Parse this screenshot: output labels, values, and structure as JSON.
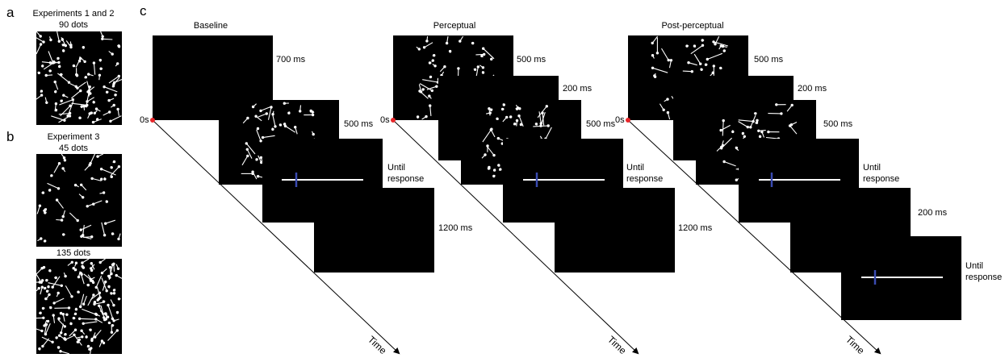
{
  "panels": {
    "a": {
      "letter": "a",
      "title_line1": "Experiments 1 and 2",
      "title_line2": "90 dots"
    },
    "b": {
      "letter": "b",
      "title_line1": "Experiment 3",
      "title_line2": "45 dots",
      "title_line3": "135 dots"
    },
    "c": {
      "letter": "c"
    }
  },
  "conditions": [
    {
      "name": "Baseline",
      "start_label": "0s",
      "axis_label": "Time",
      "frames": [
        {
          "kind": "blank",
          "duration": "700 ms"
        },
        {
          "kind": "dots",
          "duration": "500 ms"
        },
        {
          "kind": "slider",
          "duration_line1": "Until",
          "duration_line2": "response"
        },
        {
          "kind": "blank",
          "duration": "1200 ms"
        }
      ]
    },
    {
      "name": "Perceptual",
      "start_label": "0s",
      "axis_label": "Time",
      "frames": [
        {
          "kind": "dots",
          "duration": "500 ms"
        },
        {
          "kind": "blank",
          "duration": "200 ms"
        },
        {
          "kind": "dots",
          "duration": "500 ms"
        },
        {
          "kind": "slider",
          "duration_line1": "Until",
          "duration_line2": "response"
        },
        {
          "kind": "blank",
          "duration": "1200 ms"
        }
      ]
    },
    {
      "name": "Post-perceptual",
      "start_label": "0s",
      "axis_label": "Time",
      "frames": [
        {
          "kind": "dots",
          "duration": "500 ms"
        },
        {
          "kind": "blank",
          "duration": "200 ms"
        },
        {
          "kind": "dots",
          "duration": "500 ms"
        },
        {
          "kind": "slider",
          "duration_line1": "Until",
          "duration_line2": "response"
        },
        {
          "kind": "blank",
          "duration": "200 ms"
        },
        {
          "kind": "slider",
          "duration_line1": "Until",
          "duration_line2": "response"
        }
      ]
    }
  ],
  "colors": {
    "screen": "#000000",
    "dot": "#ffffff",
    "slider_line": "#ffffff",
    "slider_marker": "#3a4bb0",
    "origin_dot": "#e8262a",
    "axis": "#000000"
  }
}
